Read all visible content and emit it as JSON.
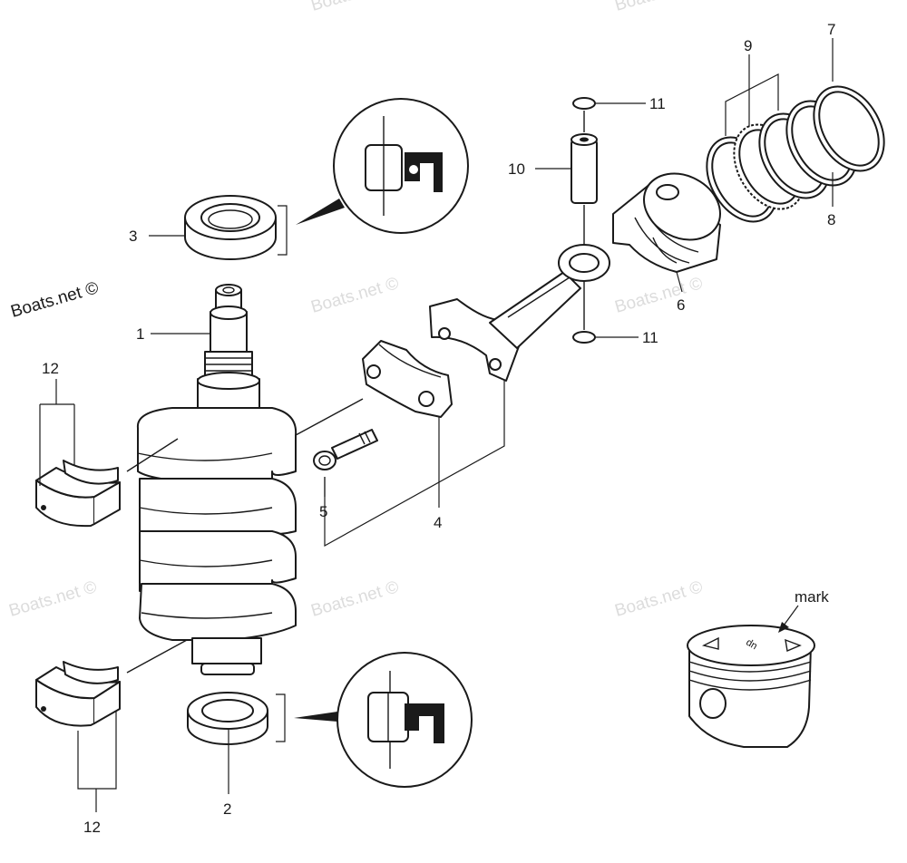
{
  "watermarks": {
    "main": "Boats.net ©",
    "faded": "Boats.net ©"
  },
  "callouts": {
    "p1": "1",
    "p2": "2",
    "p3": "3",
    "p4": "4",
    "p5": "5",
    "p6": "6",
    "p7": "7",
    "p8": "8",
    "p9": "9",
    "p10": "10",
    "p11_top": "11",
    "p11_bottom": "11",
    "p12_top": "12",
    "p12_bottom": "12"
  },
  "annotations": {
    "mark": "mark",
    "piston_top_text": "up"
  },
  "colors": {
    "line": "#1a1a1a",
    "watermark": "#dcdcdc",
    "background": "#ffffff"
  }
}
